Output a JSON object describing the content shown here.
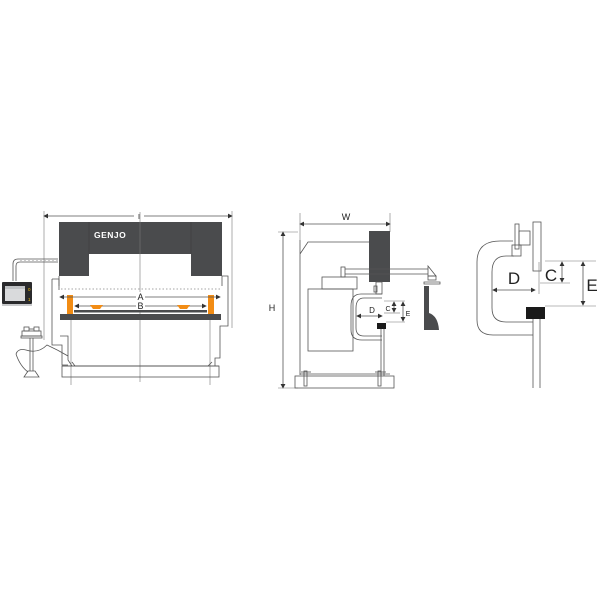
{
  "diagram": {
    "subject": "CNC press brake dimension drawing",
    "brand_logo": "GENJO",
    "colors": {
      "frame_dark": "#4a4b4d",
      "accent_orange": "#f28c14",
      "line": "#555555",
      "background": "#ffffff"
    },
    "front_view": {
      "overall_dimension_label": "I",
      "table_length_label": "A",
      "distance_between_housings_label": "B",
      "controller_indicators": [
        "0",
        "1"
      ]
    },
    "side_view": {
      "width_label": "W",
      "height_label": "H",
      "throat_depth_label": "D",
      "stroke_label": "C",
      "open_height_label": "E"
    },
    "detail_view": {
      "throat_depth_label": "D",
      "stroke_label": "C",
      "open_height_label": "E"
    }
  }
}
